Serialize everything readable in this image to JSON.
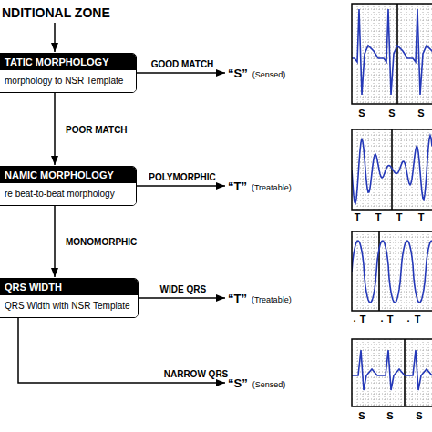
{
  "diagram": {
    "nodes": [
      {
        "text": [
          "TATIC MORPHOLOGY",
          "morphology to NSR Template"
        ]
      },
      {
        "text": [
          "“S”",
          "(Sensed)"
        ]
      },
      {
        "text": [
          "NAMIC MORPHOLOGY",
          "re beat-to-beat morphology"
        ]
      },
      {
        "text": [
          "“T”",
          "(Treatable)"
        ]
      },
      {
        "text": [
          "QRS WIDTH",
          "QRS Width with NSR Template"
        ]
      },
      {
        "text": [
          "“T”",
          "(Treatable)"
        ]
      },
      {
        "text": [
          "“S”",
          "(Sensed)"
        ]
      }
    ],
    "edges": [
      {
        "from": 0,
        "to": 1,
        "label": "GOOD MATCH",
        "arrow": "to"
      },
      {
        "from": 0,
        "to": 2,
        "label": "POOR MATCH",
        "arrow": "to"
      },
      {
        "from": 2,
        "to": 3,
        "label": "POLYMORPHIC",
        "arrow": "to"
      },
      {
        "from": 2,
        "to": 4,
        "label": "MONOMORPHIC",
        "arrow": "to"
      },
      {
        "from": 4,
        "to": 5,
        "label": "WIDE QRS",
        "arrow": "to"
      },
      {
        "from": 4,
        "to": 6,
        "label": "NARROW QRS",
        "arrow": "to"
      }
    ],
    "labels": [
      "NDITIONAL ZONE",
      "S",
      "S",
      "S",
      "T",
      "T",
      "T",
      "T",
      ".",
      "T",
      ".",
      "T",
      ".",
      "T",
      "S",
      "S",
      "S"
    ]
  }
}
